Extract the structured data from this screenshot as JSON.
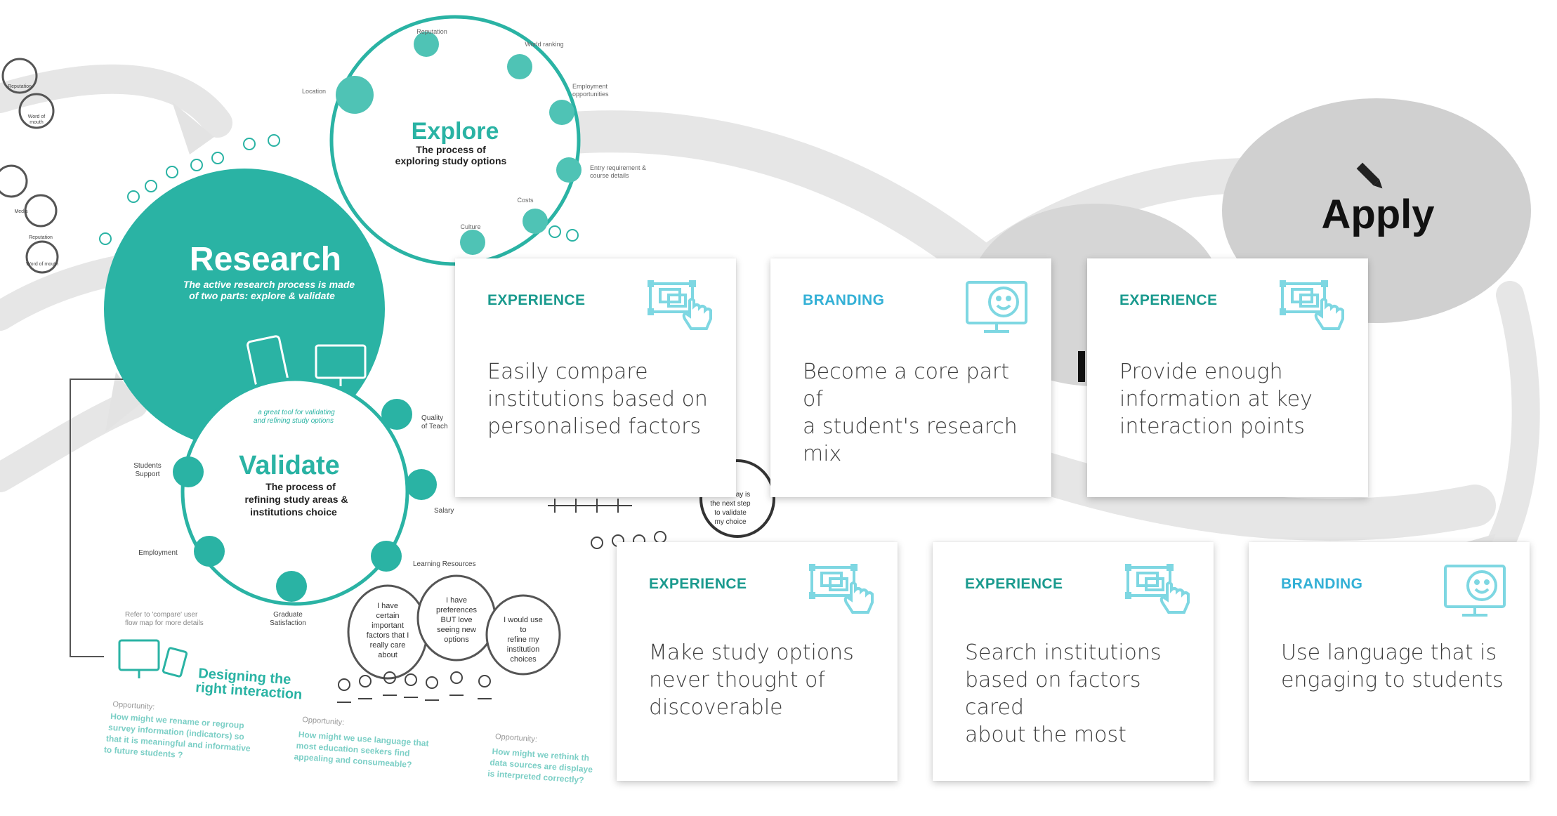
{
  "background": {
    "apply_label": "Apply",
    "research": {
      "title": "Research",
      "subtitle_line1": "The active research process is made",
      "subtitle_line2": "of two parts: explore & validate"
    },
    "explore": {
      "title": "Explore",
      "subtitle_line1": "The process of",
      "subtitle_line2": "exploring study options",
      "labels": {
        "reputation": "Reputation",
        "world_ranking": "World ranking",
        "employment_line1": "Employment",
        "employment_line2": "opportunities",
        "location": "Location",
        "entry_line1": "Entry requirement &",
        "entry_line2": "course details",
        "costs": "Costs",
        "culture": "Culture"
      }
    },
    "validate": {
      "title": "Validate",
      "subtitle_line1": "The process of",
      "subtitle_line2": "refining study areas &",
      "subtitle_line3": "institutions choice",
      "tool_line1": "a great tool for validating",
      "tool_line2": "and refining study options",
      "labels": {
        "students_support_line1": "Students",
        "students_support_line2": "Support",
        "quality_line1": "Quality",
        "quality_line2": "of Teach",
        "salary": "Salary",
        "employment": "Employment",
        "learning_resources": "Learning Resources",
        "graduate_line1": "Graduate",
        "graduate_line2": "Satisfaction"
      }
    },
    "refer_line1": "Refer to 'compare' user",
    "refer_line2": "flow map for more details",
    "designing_line1": "Designing the",
    "designing_line2": "right interaction",
    "opportunity_label": "Opportunity:",
    "opportunities": [
      {
        "line1": "How might we rename or regroup",
        "line2": "survey information (indicators) so",
        "line3": "that it is meaningful and informative",
        "line4": "to future students ?"
      },
      {
        "line1": "How might we use language that",
        "line2": "most education seekers find",
        "line3": "appealing and consumeable?"
      },
      {
        "line1": "How might we rethink th",
        "line2": "data sources are displaye",
        "line3": "is interpreted correctly?"
      }
    ],
    "bubbles": [
      {
        "lines": [
          "I have",
          "certain",
          "important",
          "factors that I",
          "really care",
          "about"
        ]
      },
      {
        "lines": [
          "I have",
          "preferences",
          "BUT love",
          "seeing new",
          "options"
        ]
      },
      {
        "lines": [
          "I would use",
          "to",
          "refine my",
          "institution",
          "choices"
        ]
      },
      {
        "lines": [
          "ay is",
          "the next step",
          "to validate",
          "my choice"
        ]
      }
    ],
    "left_labels": {
      "reputation": "Reputation",
      "word_of_mouth_line1": "Word of",
      "word_of_mouth_line2": "mouth",
      "media": "Media",
      "reputation2": "Reputation",
      "word2": "Word of mouth"
    }
  },
  "cards": [
    {
      "tag": "EXPERIENCE",
      "kind": "experience",
      "text_lines": [
        "Easily compare",
        "institutions based on",
        "personalised factors"
      ]
    },
    {
      "tag": "BRANDING",
      "kind": "branding",
      "text_lines": [
        "Become a core part of",
        "a student's research",
        "mix"
      ]
    },
    {
      "tag": "EXPERIENCE",
      "kind": "experience",
      "text_lines": [
        "Provide enough",
        "information at key",
        "interaction points"
      ]
    },
    {
      "tag": "EXPERIENCE",
      "kind": "experience",
      "text_lines": [
        "Make study options",
        "never thought of",
        "discoverable"
      ]
    },
    {
      "tag": "EXPERIENCE",
      "kind": "experience",
      "text_lines": [
        "Search institutions",
        "based on factors cared",
        "about the most"
      ]
    },
    {
      "tag": "BRANDING",
      "kind": "branding",
      "text_lines": [
        "Use language that is",
        "engaging to students"
      ]
    }
  ],
  "colors": {
    "teal": "#2ab3a4",
    "teal_dark": "#1a9a8e",
    "teal_light": "#4fc3b5",
    "branding_blue": "#33b0d6",
    "icon_cyan": "#7ed7e2",
    "arrow_gray": "#e3e3e3",
    "blob_gray": "#d0d0d0",
    "body_text": "#3d3d3d"
  },
  "icons": {
    "experience": "touch-screen-hand-icon",
    "branding": "smiley-monitor-icon",
    "apply": "pencil-icon"
  }
}
